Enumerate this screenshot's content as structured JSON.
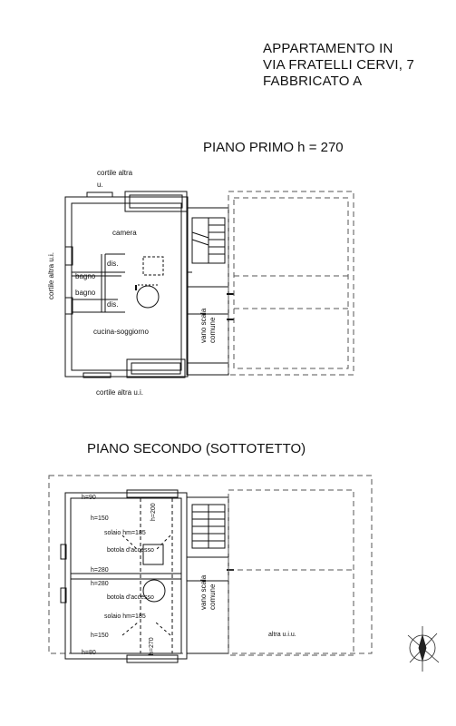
{
  "header": {
    "line1": "APPARTAMENTO IN",
    "line2": "VIA FRATELLI CERVI, 7",
    "line3": "FABBRICATO A"
  },
  "floor1": {
    "title": "PIANO PRIMO h = 270",
    "labels": {
      "cortile_top": "cortile altra",
      "cortile_top_2": "u.",
      "cortile_left": "cortile altra u.i.",
      "cortile_bottom": "cortile altra u.i.",
      "camera": "camera",
      "dis1": "dis.",
      "bagno1": "bagno",
      "bagno2": "bagno",
      "dis2": "dis.",
      "cucina": "cucina-soggiorno",
      "vano_scala": "vano scala",
      "comune": "comune"
    }
  },
  "floor2": {
    "title": "PIANO SECONDO (SOTTOTETTO)",
    "labels": {
      "h90_top": "h=90",
      "h150_top": "h=150",
      "solaio_top": "solaio hm=185",
      "botola_top": "botola d'accesso",
      "h280_top": "h=280",
      "h200_top": "h=200",
      "h280_bottom": "h=280",
      "botola_bottom": "botola d'accesso",
      "solaio_bottom": "solaio hm=185",
      "h150_bottom": "h=150",
      "h80_bottom": "h=80",
      "h270_bottom": "h=270",
      "vano_scala": "vano scala",
      "comune": "comune",
      "altra_uiu": "altra u.i.u."
    }
  },
  "icons": {
    "compass": "north-arrow-icon"
  },
  "colors": {
    "line": "#111111",
    "dash": "#555555",
    "background": "#ffffff"
  }
}
